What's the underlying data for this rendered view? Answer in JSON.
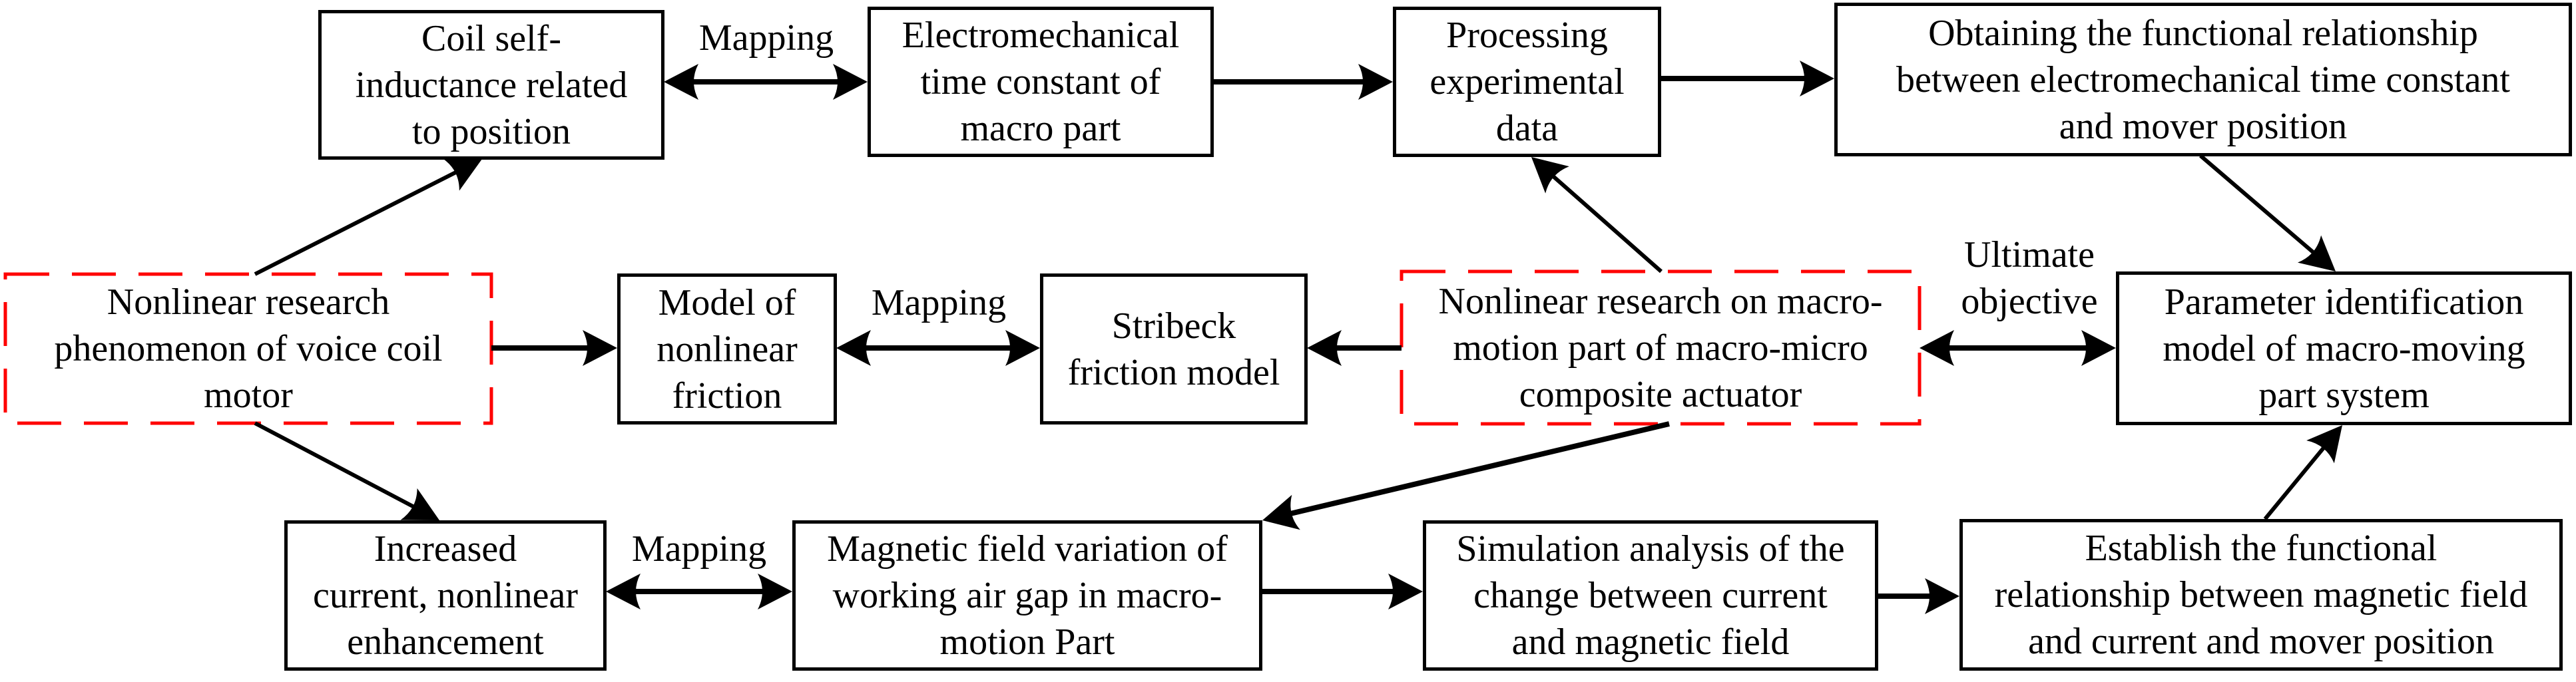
{
  "diagram": {
    "type": "flowchart",
    "highlight_color": "#ff0000",
    "line_color": "#000000",
    "nodes": {
      "coil": {
        "text": "Coil self-\ninductance related\nto position",
        "style": "solid"
      },
      "electromech": {
        "text": "Electromechanical\ntime constant of\nmacro part",
        "style": "solid"
      },
      "processing": {
        "text": "Processing\nexperimental\ndata",
        "style": "solid"
      },
      "obtaining": {
        "text": "Obtaining the functional relationship\nbetween electromechanical time constant\nand mover position",
        "style": "solid"
      },
      "vcm_research": {
        "text": "Nonlinear research\nphenomenon of voice coil\nmotor",
        "style": "dashed-red"
      },
      "friction_model": {
        "text": "Model of\nnonlinear\nfriction",
        "style": "solid"
      },
      "stribeck": {
        "text": "Stribeck\nfriction model",
        "style": "solid"
      },
      "macro_research": {
        "text": "Nonlinear research on macro-\nmotion part of macro-micro\ncomposite actuator",
        "style": "dashed-red"
      },
      "parameter_id": {
        "text": "Parameter identification\nmodel of macro-moving\npart system",
        "style": "solid"
      },
      "increased_current": {
        "text": "Increased\ncurrent, nonlinear\nenhancement",
        "style": "solid"
      },
      "magnetic_field": {
        "text": "Magnetic field variation of\nworking air gap in macro-\nmotion Part",
        "style": "solid"
      },
      "simulation": {
        "text": "Simulation analysis of the\nchange between current\nand magnetic field",
        "style": "solid"
      },
      "establish": {
        "text": "Establish the functional\nrelationship between magnetic field\nand current and mover position",
        "style": "solid"
      }
    },
    "edge_labels": {
      "mapping_top": "Mapping",
      "mapping_mid": "Mapping",
      "mapping_bottom": "Mapping",
      "ultimate_objective": "Ultimate\nobjective"
    },
    "edges": [
      {
        "from": "coil",
        "to": "electromech",
        "bidirectional": true,
        "label": "Mapping"
      },
      {
        "from": "electromech",
        "to": "processing",
        "bidirectional": false
      },
      {
        "from": "processing",
        "to": "obtaining",
        "bidirectional": false
      },
      {
        "from": "vcm_research",
        "to": "coil",
        "bidirectional": false
      },
      {
        "from": "vcm_research",
        "to": "friction_model",
        "bidirectional": false
      },
      {
        "from": "friction_model",
        "to": "stribeck",
        "bidirectional": true,
        "label": "Mapping"
      },
      {
        "from": "macro_research",
        "to": "stribeck",
        "bidirectional": false
      },
      {
        "from": "macro_research",
        "to": "processing",
        "bidirectional": false
      },
      {
        "from": "macro_research",
        "to": "parameter_id",
        "bidirectional": true,
        "label": "Ultimate objective"
      },
      {
        "from": "obtaining",
        "to": "parameter_id",
        "bidirectional": false
      },
      {
        "from": "vcm_research",
        "to": "increased_current",
        "bidirectional": false
      },
      {
        "from": "macro_research",
        "to": "magnetic_field",
        "bidirectional": false
      },
      {
        "from": "increased_current",
        "to": "magnetic_field",
        "bidirectional": true,
        "label": "Mapping"
      },
      {
        "from": "magnetic_field",
        "to": "simulation",
        "bidirectional": false
      },
      {
        "from": "simulation",
        "to": "establish",
        "bidirectional": false
      },
      {
        "from": "establish",
        "to": "parameter_id",
        "bidirectional": false
      }
    ]
  }
}
